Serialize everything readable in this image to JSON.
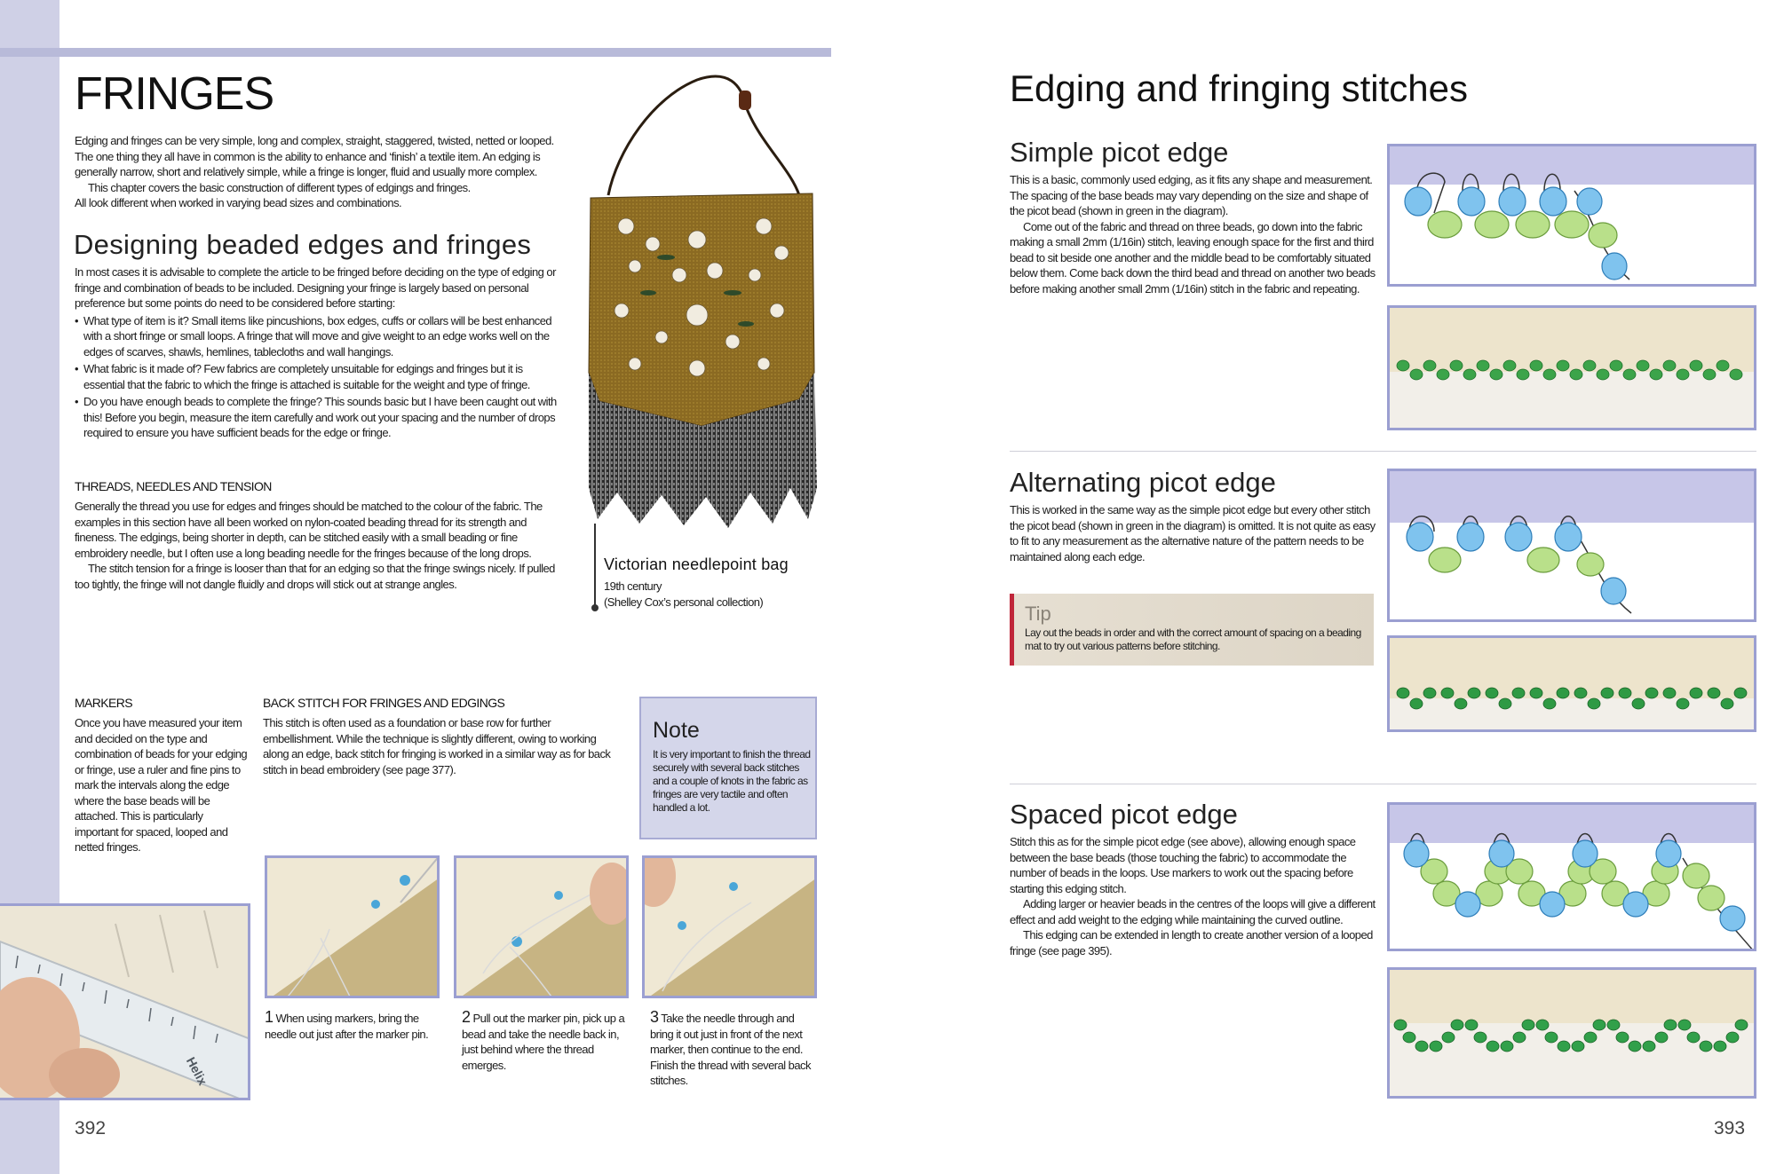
{
  "left_page": {
    "title": "FRINGES",
    "intro": [
      "Edging and fringes can be very simple, long and complex, straight, staggered, twisted, netted or looped. The one thing they all have in common is the ability to enhance and ‘finish’ a textile item. An edging is generally narrow, short and relatively simple, while a fringe is longer, fluid and usually more complex.",
      "This chapter covers the basic construction of different types of edgings and fringes.",
      "All look different when worked in varying bead sizes and combinations."
    ],
    "designing": {
      "heading": "Designing beaded edges and fringes",
      "text": "In most cases it is advisable to complete the article to be fringed before deciding on the type of edging or fringe and combination of beads to be included. Designing your fringe is largely based on personal preference but some points do need to be considered before starting:",
      "bullets": [
        "What type of item is it? Small items like pincushions, box edges, cuffs or collars will be best enhanced with a short fringe or small loops. A fringe that will move and give weight to an edge works well on the edges of scarves, shawls, hemlines, tablecloths and wall hangings.",
        "What fabric is it made of? Few fabrics are completely unsuitable for edgings and fringes but it is essential that the fabric to which the fringe is attached is suitable for the weight and type of fringe.",
        "Do you have enough beads to complete the fringe? This sounds basic but I have been caught out with this! Before you begin, measure the item carefully and work out your spacing and the number of drops required to ensure you have sufficient beads for the edge or fringe."
      ]
    },
    "threads": {
      "heading": "THREADS, NEEDLES AND TENSION",
      "p1": "Generally the thread you use for edges and fringes should be matched to the colour of the fabric. The examples in this section have all been worked on nylon-coated beading thread for its strength and fineness. The edgings, being shorter in depth, can be stitched easily with a small beading or fine embroidery needle, but I often use a long beading needle for the fringes because of the long drops.",
      "p2": "The stitch tension for a fringe is looser than that for an edging so that the fringe swings nicely. If pulled too tightly, the fringe will not dangle fluidly and drops will stick out at strange angles."
    },
    "bag_caption": {
      "title": "Victorian needlepoint bag",
      "line1": "19th century",
      "line2": "(Shelley Cox’s personal collection)"
    },
    "markers": {
      "heading": "MARKERS",
      "text": "Once you have measured your item and decided on the type and combination of beads for your edging or fringe, use a ruler and fine pins to mark the intervals along the edge where the base beads will be attached. This is particularly important for spaced, looped and netted fringes."
    },
    "backstitch": {
      "heading": "BACK STITCH FOR FRINGES AND EDGINGS",
      "text": "This stitch is often used as a foundation or base row for further embellishment. While the technique is slightly different, owing to working along an edge, back stitch for fringing is worked in a similar way as for back stitch in bead embroidery (see page 377)."
    },
    "note": {
      "heading": "Note",
      "text": "It is very important to finish the thread securely with several back stitches and a couple of knots in the fabric as fringes are very tactile and often handled a lot."
    },
    "ruler_label": "Helix",
    "steps": [
      {
        "num": "1",
        "text": "When using markers, bring the needle out just after the marker pin."
      },
      {
        "num": "2",
        "text": "Pull out the marker pin, pick up a bead and take the needle back in, just behind where the thread emerges."
      },
      {
        "num": "3",
        "text": "Take the needle through and bring it out just in front of the next marker, then continue to the end. Finish the thread with several back stitches."
      }
    ],
    "page_number": "392"
  },
  "right_page": {
    "title": "Edging and fringing stitches",
    "simple": {
      "heading": "Simple picot edge",
      "p1": "This is a basic, commonly used edging, as it fits any shape and measurement. The spacing of the base beads may vary depending on the size and shape of the picot bead (shown in green in the diagram).",
      "p2": "Come out of the fabric and thread on three beads, go down into the fabric making a small 2mm (1/16in) stitch, leaving enough space for the first and third bead to sit beside one another and the middle bead to be comfortably situated below them. Come back down the third bead and thread on another two beads before making another small 2mm (1/16in) stitch in the fabric and repeating."
    },
    "alternating": {
      "heading": "Alternating picot edge",
      "p1": "This is worked in the same way as the simple picot edge but every other stitch the picot bead (shown in green in the diagram) is omitted. It is not quite as easy to fit to any measurement as the alternative nature of the pattern needs to be maintained along each edge."
    },
    "tip": {
      "heading": "Tip",
      "text": "Lay out the beads in order and with the correct amount of spacing on a beading mat to try out various patterns before stitching."
    },
    "spaced": {
      "heading": "Spaced picot edge",
      "p1": "Stitch this as for the simple picot edge (see above), allowing enough space between the base beads (those touching the fabric) to accommodate the number of beads in the loops. Use markers to work out the spacing before starting this edging stitch.",
      "p2": "Adding larger or heavier beads in the centres of the loops will give a different effect and add weight to the edging while maintaining the curved outline.",
      "p3": "This edging can be extended in length to create another version of a looped fringe (see page 395)."
    },
    "page_number": "393"
  },
  "colors": {
    "sidebar": "#cfd0e6",
    "frame": "#9b9fd1",
    "blue_bead": "#7fc3ee",
    "green_bead": "#b9e08a",
    "tip_bar": "#c0263a"
  }
}
